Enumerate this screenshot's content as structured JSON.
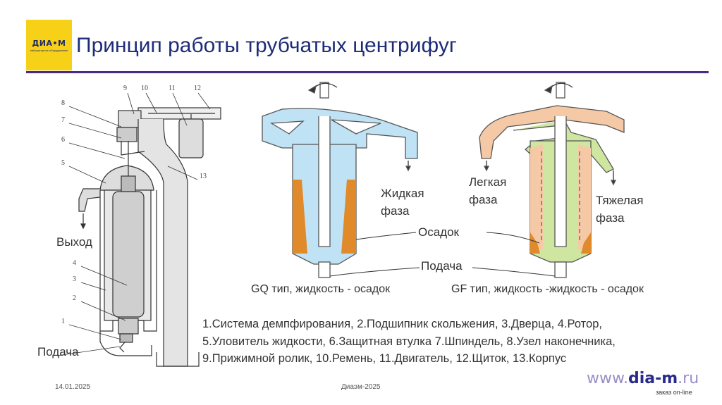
{
  "header": {
    "logo_text": "ДИА•М",
    "logo_tagline": "лабораторное оборудование",
    "title": "Принцип работы трубчатых центрифуг"
  },
  "left_diagram": {
    "numbers": [
      "1",
      "2",
      "3",
      "4",
      "5",
      "6",
      "7",
      "8",
      "9",
      "10",
      "11",
      "12",
      "13"
    ],
    "label_output": "Выход",
    "label_feed": "Подача"
  },
  "gq_diagram": {
    "label_liquid": "Жидкая фаза",
    "caption": "GQ тип, жидкость - осадок"
  },
  "gf_diagram": {
    "label_light": "Легкая фаза",
    "label_heavy": "Тяжелая фаза",
    "caption": "GF тип, жидкость -жидкость - осадок"
  },
  "shared_labels": {
    "sediment": "Осадок",
    "feed": "Подача"
  },
  "legend": {
    "line1": "1.Система демпфирования, 2.Подшипник скольжения, 3.Дверца, 4.Ротор,",
    "line2": "5.Уловитель жидкости, 6.Защитная втулка 7.Шпиндель, 8.Узел наконечника,",
    "line3": "9.Прижимной ролик, 10.Ремень, 11.Двигатель, 12.Щиток, 13.Корпус"
  },
  "footer": {
    "date": "14.01.2025",
    "center": "Диаэм-2025",
    "site_prefix": "www.",
    "site_main": "dia-m",
    "site_suffix": ".ru",
    "site_sub": "заказ on-line"
  },
  "colors": {
    "title": "#1e2c78",
    "rule": "#4b2a86",
    "logo_bg": "#f7d117",
    "blue_fill": "#bfe3f5",
    "sediment": "#e08a2c",
    "light_phase": "#f6c9a6",
    "heavy_phase": "#cfe6a0"
  }
}
